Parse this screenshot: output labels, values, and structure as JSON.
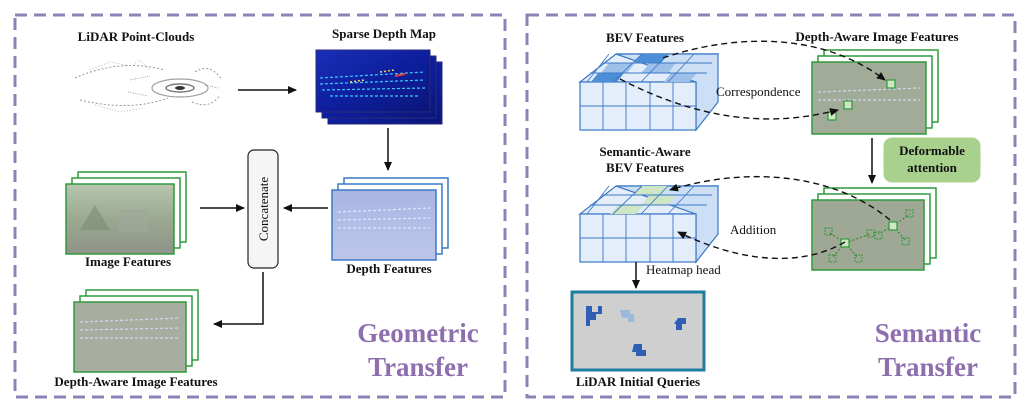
{
  "left_panel": {
    "lidar_label": "LiDAR Point-Clouds",
    "sparse_depth_label": "Sparse Depth Map",
    "concatenate_label": "Concatenate",
    "image_features_label": "Image Features",
    "depth_features_label": "Depth Features",
    "depth_aware_label": "Depth-Aware Image Features",
    "title_line1": "Geometric",
    "title_line2": "Transfer"
  },
  "right_panel": {
    "bev_features_label": "BEV Features",
    "depth_aware_label": "Depth-Aware Image Features",
    "correspondence_label": "Correspondence",
    "deformable_line1": "Deformable",
    "deformable_line2": "attention",
    "semantic_bev_line1": "Semantic-Aware",
    "semantic_bev_line2": "BEV Features",
    "addition_label": "Addition",
    "heatmap_label": "Heatmap head",
    "lidar_queries_label": "LiDAR Initial Queries",
    "title_line1": "Semantic",
    "title_line2": "Transfer"
  },
  "colors": {
    "panel_border": "#8f80b6",
    "title": "#8e6fae",
    "green_border": "#2e9a3a",
    "blue_border": "#3b78c7",
    "grid_fill": "#e4eefa",
    "grid_highlight": "#4d8fd6",
    "grid_semantic": "#cfe6c4",
    "deformable_fill": "#a9d18e"
  }
}
